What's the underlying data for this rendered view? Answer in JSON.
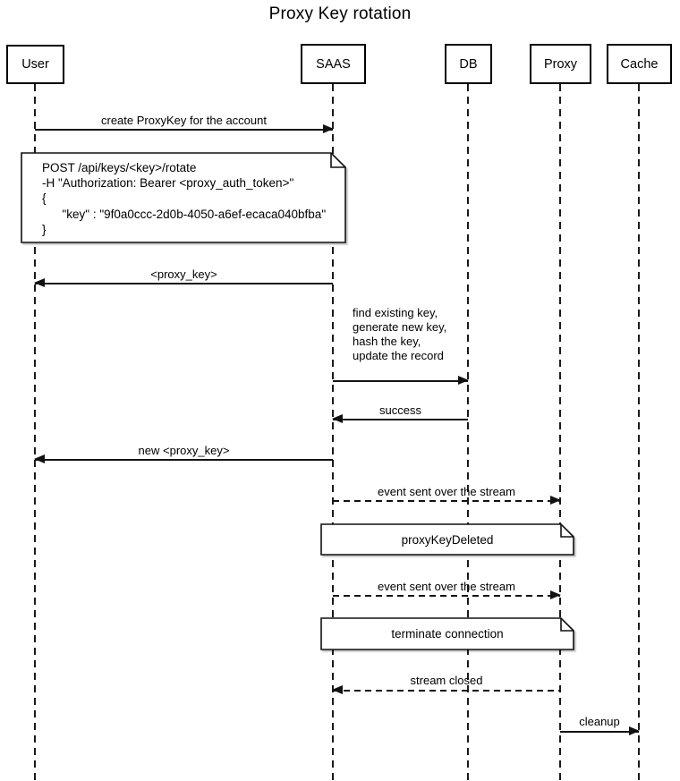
{
  "title": "Proxy Key rotation",
  "actors": [
    {
      "label": "User"
    },
    {
      "label": "SAAS"
    },
    {
      "label": "DB"
    },
    {
      "label": "Proxy"
    },
    {
      "label": "Cache"
    }
  ],
  "messages": [
    {
      "label": "create ProxyKey for the account",
      "from": "User",
      "to": "SAAS",
      "style": "solid"
    },
    {
      "label": "<proxy_key>",
      "from": "SAAS",
      "to": "User",
      "style": "solid"
    },
    {
      "label": "find existing key,\ngenerate new key,\nhash the key,\nupdate the record",
      "from": "SAAS",
      "to": "DB",
      "style": "solid"
    },
    {
      "label": "success",
      "from": "DB",
      "to": "SAAS",
      "style": "solid"
    },
    {
      "label": "new <proxy_key>",
      "from": "SAAS",
      "to": "User",
      "style": "solid"
    },
    {
      "label": "event sent over the stream",
      "from": "SAAS",
      "to": "Proxy",
      "style": "dashed"
    },
    {
      "label": "event sent over the stream",
      "from": "SAAS",
      "to": "Proxy",
      "style": "dashed"
    },
    {
      "label": "stream closed",
      "from": "Proxy",
      "to": "SAAS",
      "style": "dashed"
    },
    {
      "label": "cleanup",
      "from": "Proxy",
      "to": "Cache",
      "style": "solid"
    }
  ],
  "notes": [
    {
      "text": "POST /api/keys/<key>/rotate\n-H \"Authorization: Bearer <proxy_auth_token>\"\n{\n      \"key\" : \"9f0a0ccc-2d0b-4050-a6ef-ecaca040bfba\"\n}",
      "over": "User,SAAS"
    },
    {
      "text": "proxyKeyDeleted",
      "over": "SAAS,Proxy"
    },
    {
      "text": "terminate connection",
      "over": "SAAS,Proxy"
    }
  ],
  "colors": {
    "line": "#111111",
    "background": "#ffffff",
    "note_fill": "#ffffff"
  }
}
